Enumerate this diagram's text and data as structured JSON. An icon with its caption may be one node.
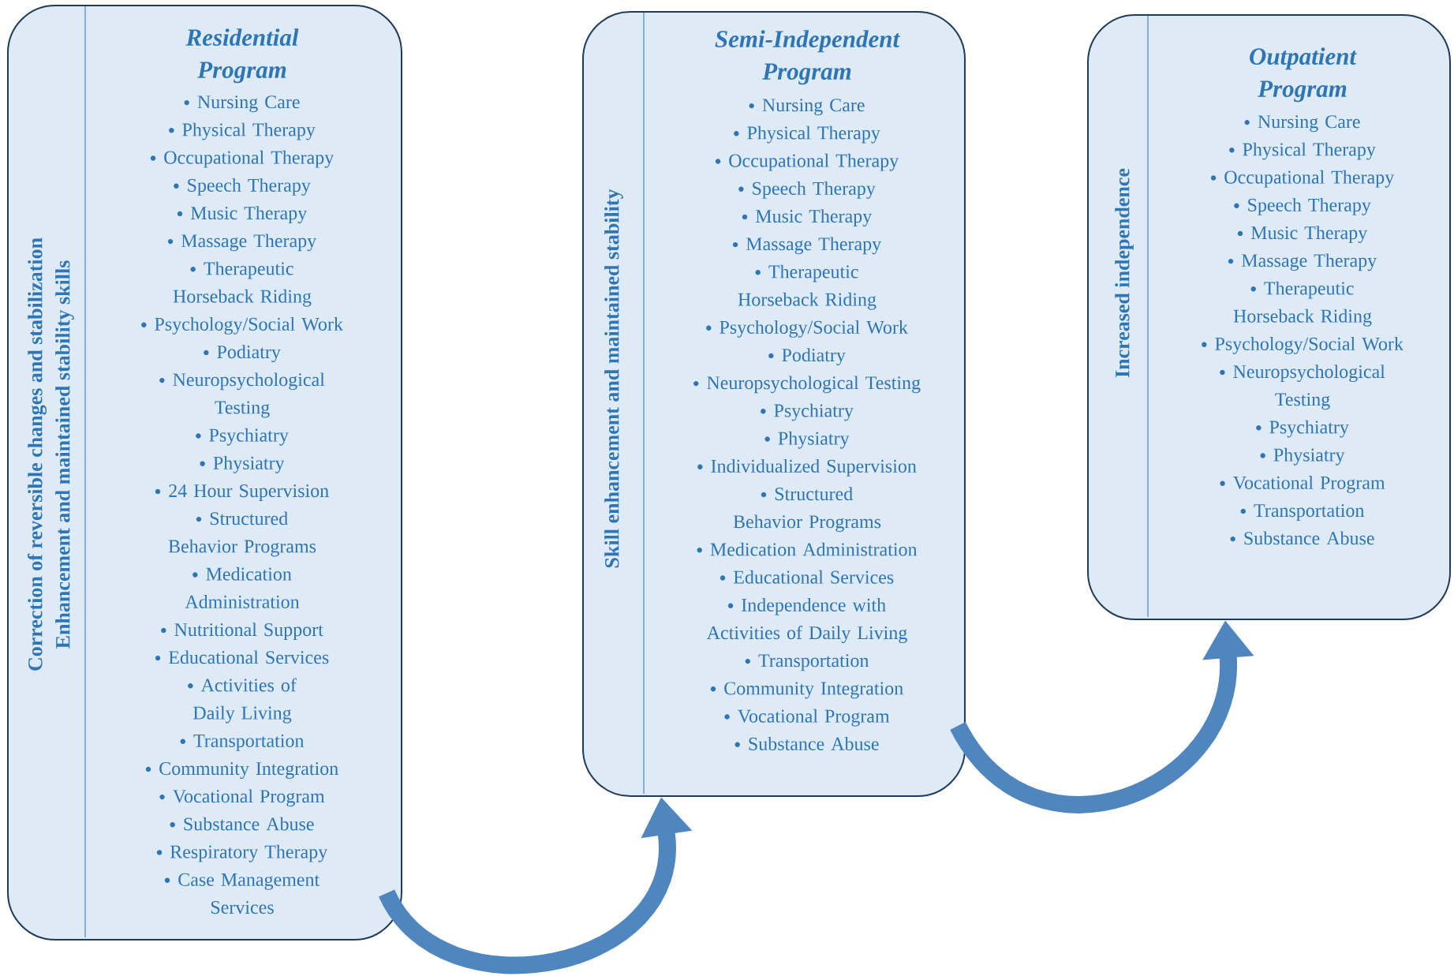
{
  "diagram": {
    "nodes": [
      {
        "text": [
          "Residential Program",
          "Correction of reversible changes and stabilization",
          "Enhancement and maintained stability skills",
          "Nursing Care",
          "Physical Therapy",
          "Occupational Therapy",
          "Speech Therapy",
          "Music Therapy",
          "Massage Therapy",
          "Therapeutic Horseback Riding",
          "Psychology/Social Work",
          "Podiatry",
          "Neuropsychological Testing",
          "Psychiatry",
          "Physiatry",
          "24 Hour Supervision",
          "Structured Behavior Programs",
          "Medication Administration",
          "Nutritional Support",
          "Educational Services",
          "Activities of Daily Living",
          "Transportation",
          "Community Integration",
          "Vocational Program",
          "Substance Abuse",
          "Respiratory Therapy",
          "Case Management Services"
        ]
      },
      {
        "text": [
          "Semi-Independent Program",
          "Skill enhancement and maintained stability",
          "Nursing Care",
          "Physical Therapy",
          "Occupational Therapy",
          "Speech Therapy",
          "Music Therapy",
          "Massage Therapy",
          "Therapeutic Horseback Riding",
          "Psychology/Social Work",
          "Podiatry",
          "Neuropsychological Testing",
          "Psychiatry",
          "Physiatry",
          "Individualized Supervision",
          "Structured Behavior Programs",
          "Medication Administration",
          "Educational Services",
          "Independence with Activities of Daily Living",
          "Transportation",
          "Community Integration",
          "Vocational Program",
          "Substance Abuse"
        ]
      },
      {
        "text": [
          "Outpatient Program",
          "Increased independence",
          "Nursing Care",
          "Physical Therapy",
          "Occupational Therapy",
          "Speech Therapy",
          "Music Therapy",
          "Massage Therapy",
          "Therapeutic Horseback Riding",
          "Psychology/Social Work",
          "Neuropsychological Testing",
          "Psychiatry",
          "Physiatry",
          "Vocational Program",
          "Transportation",
          "Substance Abuse"
        ]
      }
    ],
    "edges": [
      {
        "from": 0,
        "to": 1,
        "arrow": "to"
      },
      {
        "from": 1,
        "to": 2,
        "arrow": "to"
      }
    ]
  }
}
